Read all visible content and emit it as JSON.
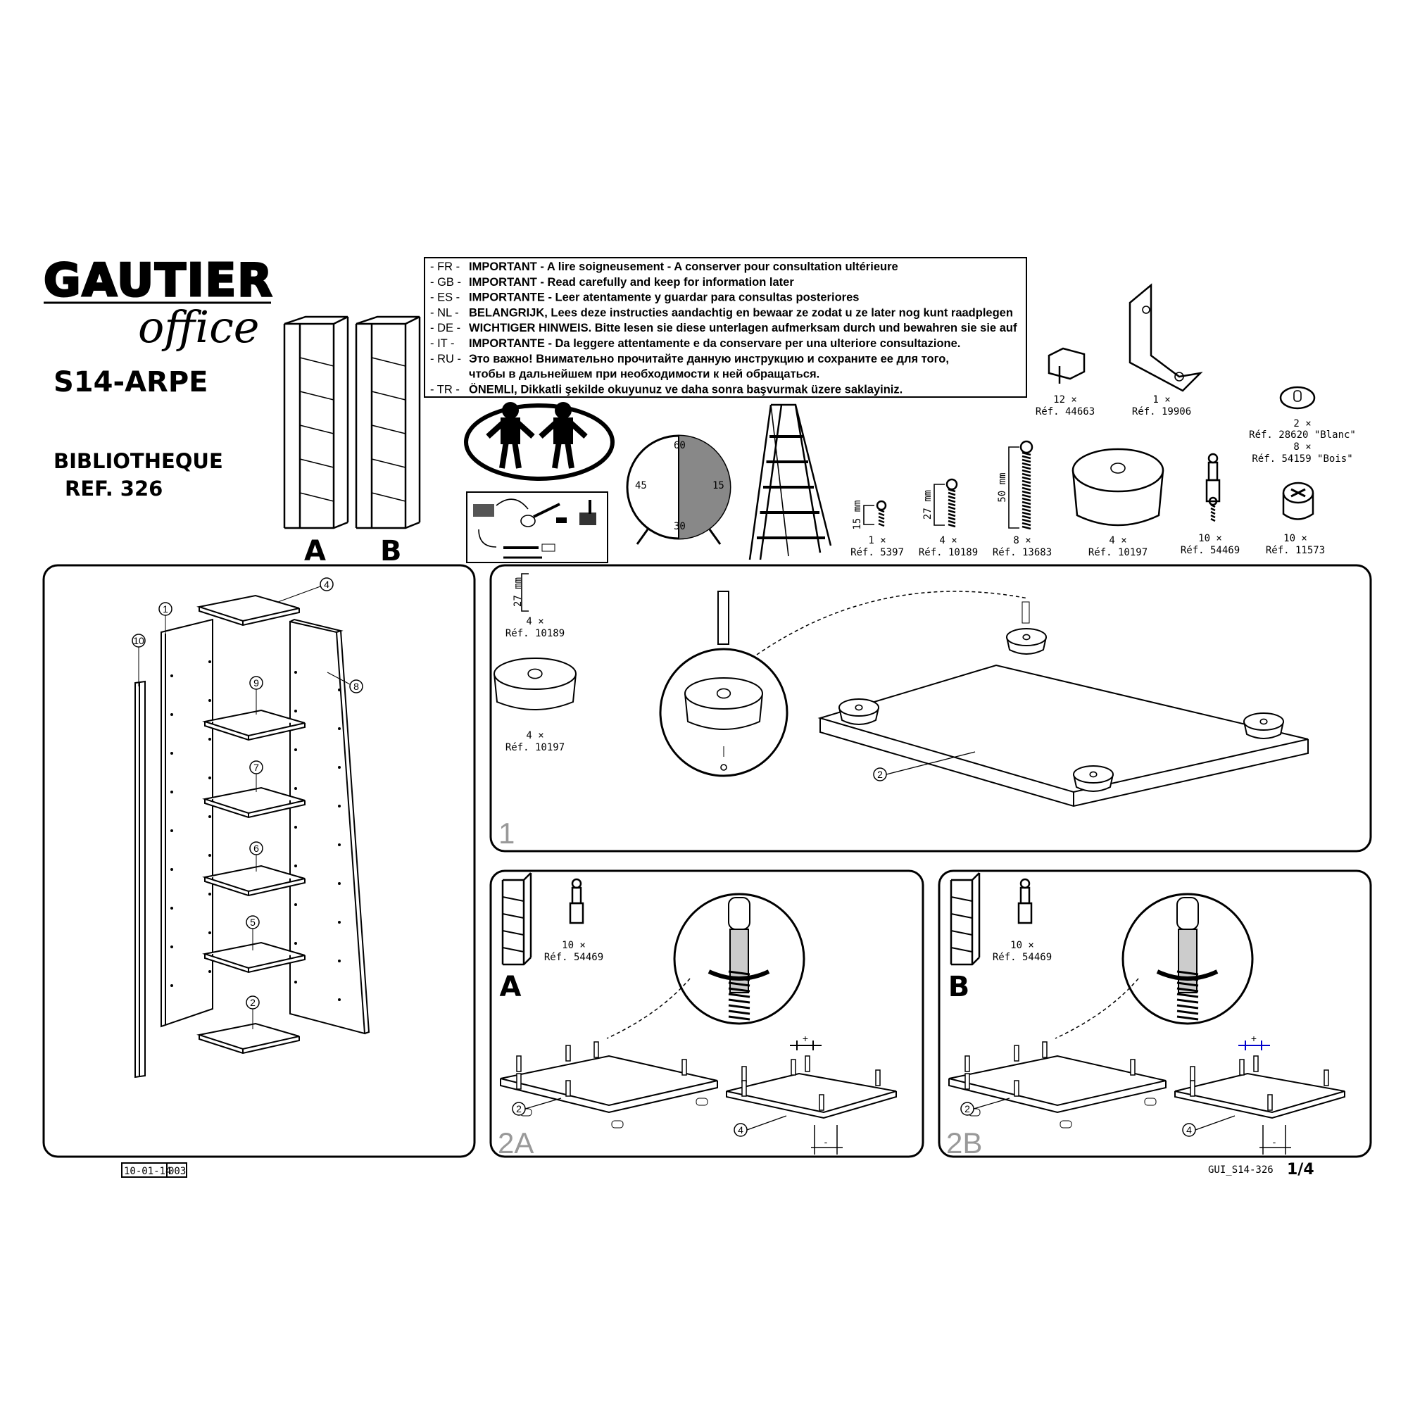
{
  "brand": {
    "name": "GAUTIER",
    "sub": "office"
  },
  "product": {
    "code": "S14-ARPE",
    "type": "BIBLIOTHEQUE",
    "ref": "REF. 326"
  },
  "variants": [
    "A",
    "B"
  ],
  "notice": [
    {
      "code": "- FR -",
      "text": "IMPORTANT - A lire soigneusement - A conserver pour consultation ultérieure"
    },
    {
      "code": "- GB -",
      "text": "IMPORTANT - Read carefully and keep for information later"
    },
    {
      "code": "- ES -",
      "text": "IMPORTANTE - Leer atentamente y guardar para consultas posteriores"
    },
    {
      "code": "- NL -",
      "text": "BELANGRIJK, Lees deze instructies aandachtig en bewaar ze zodat u ze later nog kunt raadplegen"
    },
    {
      "code": "- DE -",
      "text": "WICHTIGER HINWEIS. Bitte lesen sie diese unterlagen aufmerksam durch und bewahren sie sie auf"
    },
    {
      "code": "-  IT  -",
      "text": "IMPORTANTE - Da leggere attentamente e da conservare per una ulteriore consultazione."
    },
    {
      "code": "- RU -",
      "text": "Это важно! Внимательно прочитайте данную инструкцию и сохраните ее для того,"
    },
    {
      "code": "",
      "text": "чтобы в дальнейшем при необходимости к ней обращаться."
    },
    {
      "code": "- TR -",
      "text": "ÖNEMLI, Dikkatli şekilde okuyunuz ve daha sonra başvurmak üzere saklayiniz."
    }
  ],
  "clock": {
    "labels": [
      "60",
      "15",
      "30",
      "45"
    ]
  },
  "hardware": [
    {
      "qty": "12 ×",
      "ref": "Réf. 44663"
    },
    {
      "qty": "1 ×",
      "ref": "Réf. 19906"
    },
    {
      "qty": "2 ×",
      "ref": "Réf. 28620 \"Blanc\"",
      "qty2": "8 ×",
      "ref2": "Réf. 54159 \"Bois\""
    },
    {
      "qty": "1 ×",
      "ref": "Réf. 5397",
      "size": "15 mm"
    },
    {
      "qty": "4 ×",
      "ref": "Réf. 10189",
      "size": "27 mm"
    },
    {
      "qty": "8 ×",
      "ref": "Réf. 13683",
      "size": "50 mm"
    },
    {
      "qty": "4 ×",
      "ref": "Réf. 10197"
    },
    {
      "qty": "10 ×",
      "ref": "Réf. 54469"
    },
    {
      "qty": "10 ×",
      "ref": "Réf. 11573"
    }
  ],
  "exploded": {
    "callouts": [
      "4",
      "1",
      "10",
      "9",
      "8",
      "7",
      "6",
      "5",
      "2"
    ]
  },
  "step1": {
    "label": "1",
    "size": "27 mm",
    "qty_a": "4 ×",
    "ref_a": "Réf. 10189",
    "qty_b": "4 ×",
    "ref_b": "Réf. 10197",
    "callout": "2"
  },
  "step2a": {
    "label": "2A",
    "variant": "A",
    "qty": "10 ×",
    "ref": "Réf. 54469",
    "callouts": [
      "2",
      "4"
    ],
    "marks": [
      "+",
      "-"
    ]
  },
  "step2b": {
    "label": "2B",
    "variant": "B",
    "qty": "10 ×",
    "ref": "Réf. 54469",
    "callouts": [
      "2",
      "4"
    ],
    "marks": [
      "+",
      "-"
    ]
  },
  "footer": {
    "date": "10-01-14",
    "rev": "003",
    "doc": "GUI_S14-326",
    "page": "1/4"
  }
}
